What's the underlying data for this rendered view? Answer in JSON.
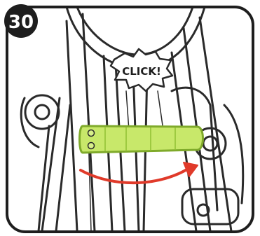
{
  "step": {
    "number": "30"
  },
  "callout": {
    "text": "CLICK!"
  },
  "colors": {
    "frame_outline": "#1e1e1e",
    "badge_fill": "#1e1e1e",
    "clip_fill": "#c8e86a",
    "clip_stroke": "#7faa2a",
    "arrow": "#e03a2a",
    "linework": "#2a2a2a"
  },
  "icons": {
    "clip": "green-clip",
    "arrow": "curved-arrow-right",
    "burst": "click-burst"
  }
}
